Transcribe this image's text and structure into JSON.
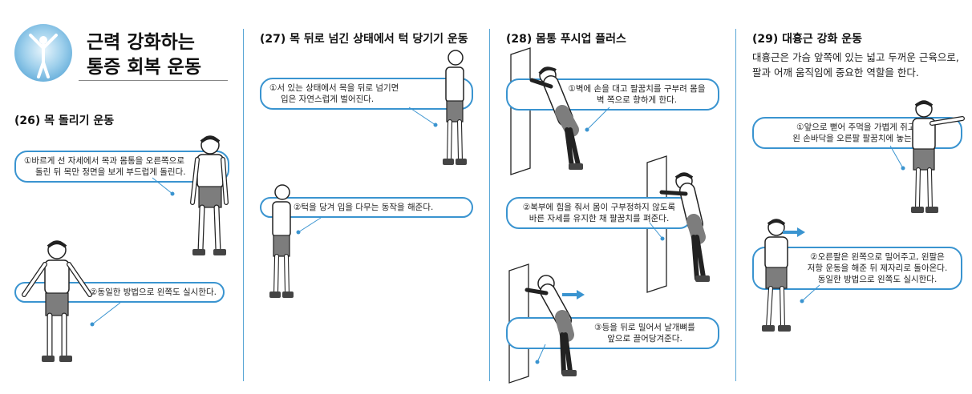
{
  "header": {
    "title_line1": "근력 강화하는",
    "title_line2": "통증 회복 운동",
    "logo_icon": "person-arms-up-icon"
  },
  "sections": [
    {
      "title": "(26) 목 돌리기 운동",
      "steps": [
        {
          "line1": "①바르게 선 자세에서 목과 몸통을 오른쪽으로",
          "line2": "돌린 뒤 목만 정면을 보게 부드럽게 돌린다."
        },
        {
          "line1": "②동일한 방법으로 왼쪽도 실시한다.",
          "line2": ""
        }
      ]
    },
    {
      "title": "(27) 목 뒤로 넘긴 상태에서 턱 당기기 운동",
      "steps": [
        {
          "line1": "①서 있는 상태에서 목을 뒤로 넘기면",
          "line2": "입은 자연스럽게 벌어진다."
        },
        {
          "line1": "②턱을 당겨 입을 다무는 동작을 해준다.",
          "line2": ""
        }
      ]
    },
    {
      "title": "(28) 몸통 푸시업 플러스",
      "steps": [
        {
          "line1": "①벽에 손을 대고 팔꿈치를 구부려 몸을",
          "line2": "벽 쪽으로 향하게 한다."
        },
        {
          "line1": "②복부에 힘을 줘서 몸이 구부정하지 않도록",
          "line2": "바른 자세를 유지한 채 팔꿈치를 펴준다."
        },
        {
          "line1": "③등을 뒤로 밀어서 날개뼈를",
          "line2": "앞으로 끌어당겨준다."
        }
      ]
    },
    {
      "title": "(29) 대흉근 강화 운동",
      "description_line1": "대흉근은 가슴 앞쪽에 있는 넓고 두꺼운 근육으로,",
      "description_line2": "팔과 어깨 움직임에 중요한 역할을 한다.",
      "steps": [
        {
          "line1": "①앞으로 뻗어 주먹을 가볍게 쥐고,",
          "line2": "왼 손바닥을 오른팔 팔꿈치에 놓는다."
        },
        {
          "line1": "②오른팔은 왼쪽으로 밀어주고, 왼팔은",
          "line2": "저항 운동을 해준 뒤 제자리로 돌아온다.",
          "line3": "동일한 방법으로 왼쪽도 실시한다."
        }
      ]
    }
  ],
  "colors": {
    "accent": "#3a94d0",
    "skin": "#ffffff",
    "shorts": "#7d7d7d",
    "wall": "#ffffff",
    "arrow": "#3a94d0"
  }
}
